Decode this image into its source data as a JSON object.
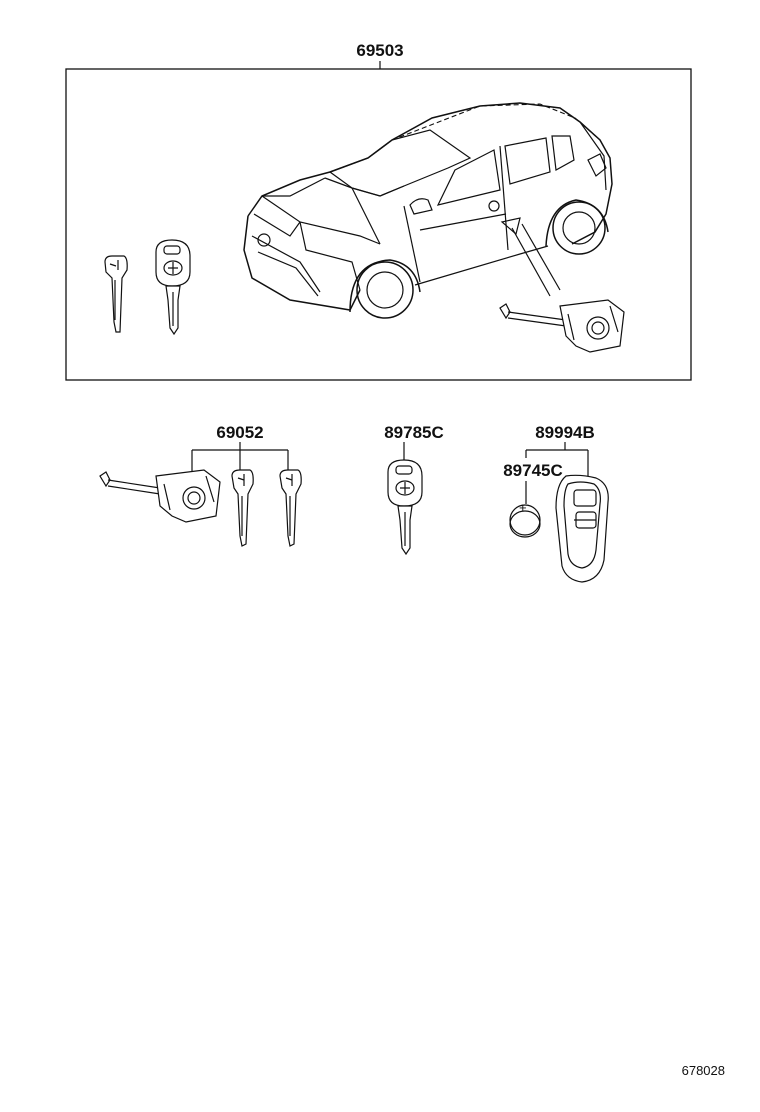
{
  "parts": {
    "kit": "69503",
    "cylinder_key_set": "69052",
    "key_blank": "89785C",
    "transmitter": "89994B",
    "battery": "89745C"
  },
  "figure_number": "678028"
}
